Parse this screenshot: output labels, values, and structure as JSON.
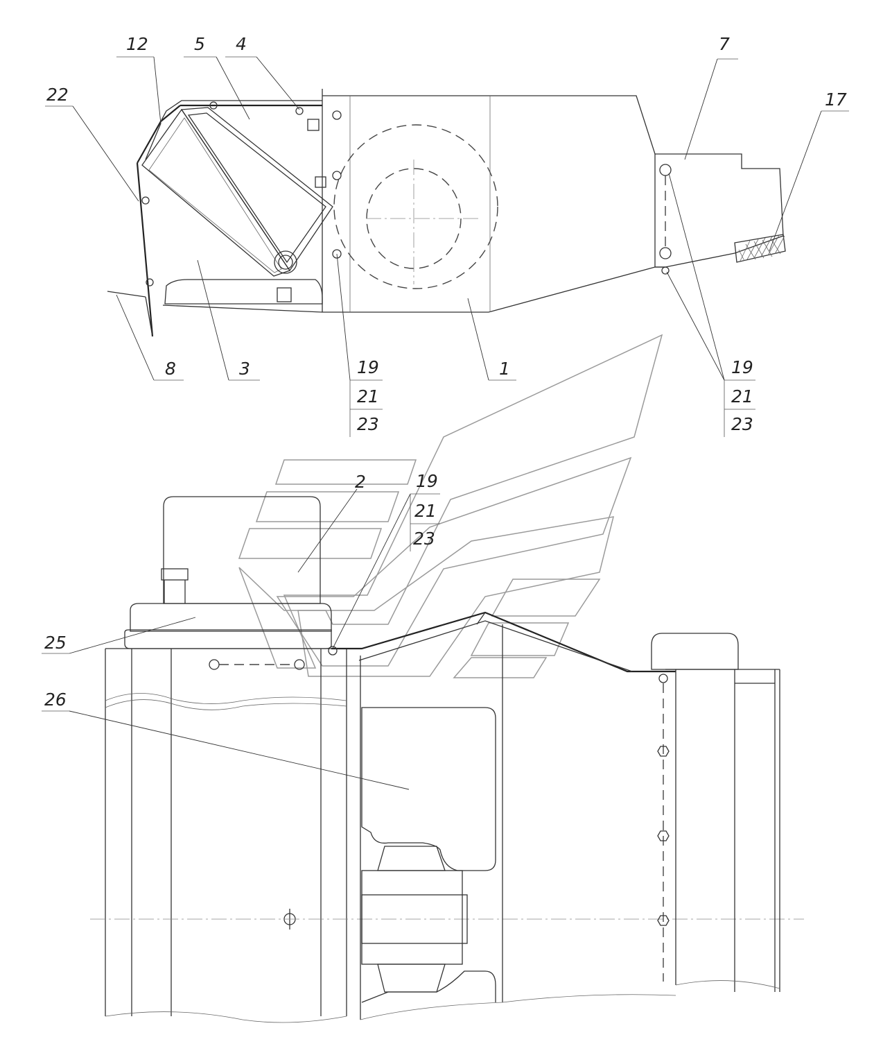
{
  "callouts": {
    "c12": "12",
    "c5": "5",
    "c4": "4",
    "c7": "7",
    "c22": "22",
    "c17": "17",
    "c8": "8",
    "c3": "3",
    "c1": "1",
    "c19a": "19",
    "c21a": "21",
    "c23a": "23",
    "c19b": "19",
    "c21b": "21",
    "c23b": "23",
    "c19c": "19",
    "c21c": "21",
    "c23c": "23",
    "c2": "2",
    "c25": "25",
    "c26": "26"
  },
  "watermark": {
    "description": "grey outline chevron logo overlay (semi-transparent stripes)"
  },
  "colors": {
    "line": "#333333",
    "watermark": "#9a9a9a",
    "background": "#ffffff"
  }
}
